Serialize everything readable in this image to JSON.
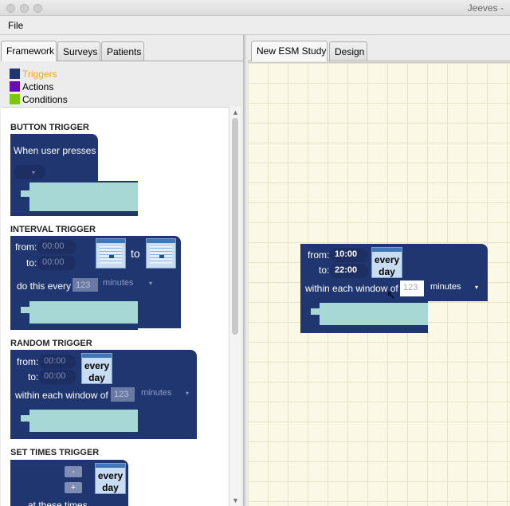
{
  "window": {
    "title": "Jeeves -"
  },
  "menu": {
    "file": "File"
  },
  "left_tabs": [
    {
      "label": "Framework",
      "active": true
    },
    {
      "label": "Surveys",
      "active": false
    },
    {
      "label": "Patients",
      "active": false
    }
  ],
  "right_tabs": [
    {
      "label": "New ESM Study",
      "active": true
    },
    {
      "label": "Design",
      "active": false
    }
  ],
  "legend": [
    {
      "label": "Triggers",
      "color": "#203671",
      "label_color": "#f5a623"
    },
    {
      "label": "Actions",
      "color": "#6a0dad"
    },
    {
      "label": "Conditions",
      "color": "#7ac70c"
    }
  ],
  "palette": {
    "button_trigger": {
      "title": "BUTTON TRIGGER",
      "text": "When user presses"
    },
    "interval_trigger": {
      "title": "INTERVAL TRIGGER",
      "from_label": "from:",
      "from_value": "00:00",
      "to_label": "to:",
      "to_value": "00:00",
      "to_word": "to",
      "do_this_every": "do this every",
      "number_placeholder": "123",
      "unit": "minutes"
    },
    "random_trigger": {
      "title": "RANDOM TRIGGER",
      "from_label": "from:",
      "from_value": "00:00",
      "to_label": "to:",
      "to_value": "00:00",
      "calendar_line1": "every",
      "calendar_line2": "day",
      "within_each_window": "within each window of",
      "number_placeholder": "123",
      "unit": "minutes"
    },
    "set_times_trigger": {
      "title": "SET TIMES TRIGGER",
      "minus": "-",
      "plus": "+",
      "calendar_line1": "every",
      "calendar_line2": "day",
      "at_these_times": "at these times"
    }
  },
  "canvas_block": {
    "from_label": "from:",
    "from_value": "10:00",
    "to_label": "to:",
    "to_value": "22:00",
    "calendar_line1": "every",
    "calendar_line2": "day",
    "within_each_window": "within each window of",
    "number_placeholder": "123",
    "unit": "minutes"
  },
  "colors": {
    "trigger_block": "#203671",
    "statement_slot": "#a8d8d6",
    "canvas_bg": "#fbf8e6"
  },
  "icons": {
    "dropdown": "▾",
    "scroll_up": "▲",
    "scroll_down": "▼",
    "cursor": "↖"
  }
}
